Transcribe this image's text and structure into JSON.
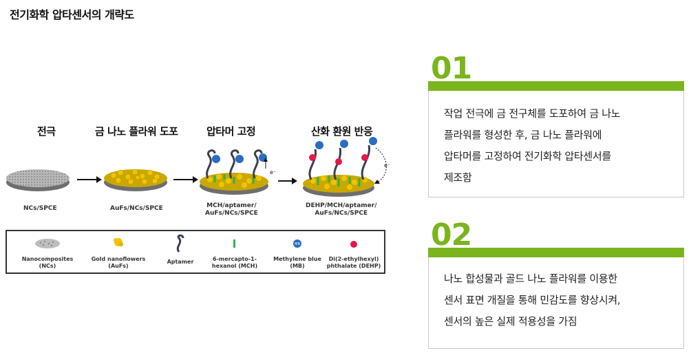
{
  "page_title": "전기화학 압타센서의 개략도",
  "scheme": {
    "stages": [
      {
        "label": "전극",
        "caption": "NCs/SPCE"
      },
      {
        "label": "금 나노 플라워 도포",
        "caption": "AuFs/NCs/SPCE"
      },
      {
        "label": "압타머 고정",
        "caption": "MCH/aptamer/\nAuFs/NCs/SPCE"
      },
      {
        "label": "산화 환원 반응",
        "caption": "DEHP/MCH/aptamer/\nAuFs/NCs/SPCE"
      }
    ],
    "electron_label": "e⁻",
    "mb_label": "MB",
    "legend": [
      {
        "text": "Nanocomposites\n(NCs)",
        "icon": "nanocomposite-icon"
      },
      {
        "text": "Gold nanoflowers\n(AuFs)",
        "icon": "gold-nanoflower-icon"
      },
      {
        "text": "Aptamer",
        "icon": "aptamer-icon"
      },
      {
        "text": "6-mercapto-1-\nhexanol (MCH)",
        "icon": "mch-icon"
      },
      {
        "text": "Methylene blue\n(MB)",
        "icon": "methylene-blue-icon"
      },
      {
        "text": "Di(2-ethylhexyl)\nphthalate (DEHP)",
        "icon": "dehp-icon"
      }
    ],
    "colors": {
      "electrode": "#b5b5b5",
      "gold": "#f2c400",
      "green": "#2fb34a",
      "mb": "#2b6cc4",
      "dehp": "#e8174a",
      "aptamer": "#3b3f52"
    }
  },
  "cards": [
    {
      "number": "01",
      "text": "작업 전극에 금 전구체를 도포하여 금 나노\n플라워를 형성한 후, 금 나노 플라워에\n압타머를 고정하여 전기화학 압타센서를\n제조함"
    },
    {
      "number": "02",
      "text": "나노 합성물과 골드 나노 플라워를 이용한\n센서 표면 개질을 통해 민감도를 향상시켜,\n센서의 높은 실제 적용성을 가짐"
    }
  ],
  "accent_color": "#7ab51d"
}
